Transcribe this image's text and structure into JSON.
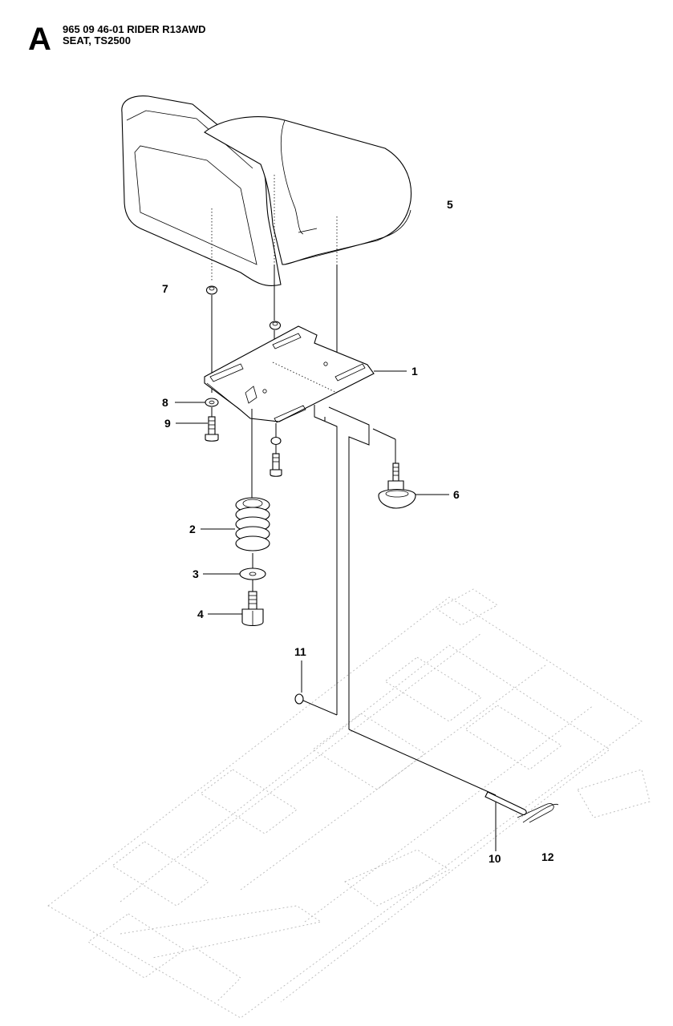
{
  "header": {
    "section_letter": "A",
    "line1": "965 09 46-01 RIDER R13AWD",
    "line2": "SEAT, TS2500"
  },
  "callouts": [
    "1",
    "2",
    "3",
    "4",
    "5",
    "6",
    "7",
    "8",
    "9",
    "10",
    "11",
    "12"
  ]
}
